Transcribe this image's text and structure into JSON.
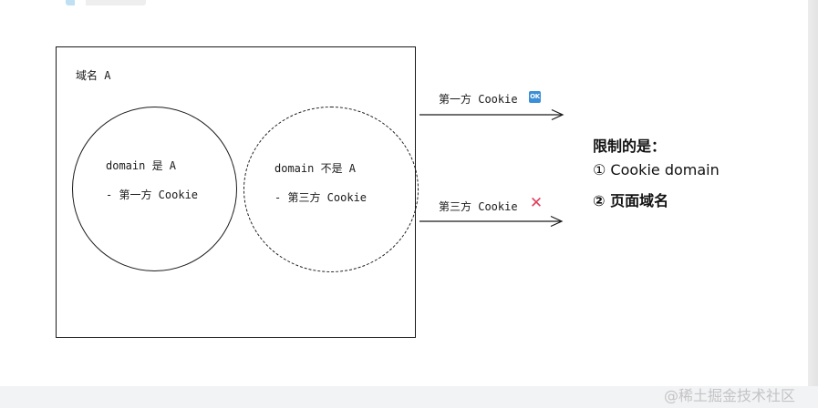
{
  "diagram": {
    "box_label": "域名 A",
    "first_party_circle": {
      "line1": "domain 是 A",
      "line2": "- 第一方 Cookie"
    },
    "third_party_circle": {
      "line1": "domain 不是 A",
      "line2": "- 第三方 Cookie"
    },
    "arrow_first": {
      "label": "第一方 Cookie",
      "badge": "OK",
      "badge_icon": "ok-badge-icon",
      "badge_color": "#3b8fd6"
    },
    "arrow_third": {
      "label": "第三方 Cookie",
      "mark": "✕",
      "mark_icon": "cross-icon",
      "mark_color": "#e0405e"
    }
  },
  "notes": {
    "title": "限制的是：",
    "items": [
      "① Cookie domain",
      "② 页面域名"
    ]
  },
  "watermark": "@稀土掘金技术社区"
}
